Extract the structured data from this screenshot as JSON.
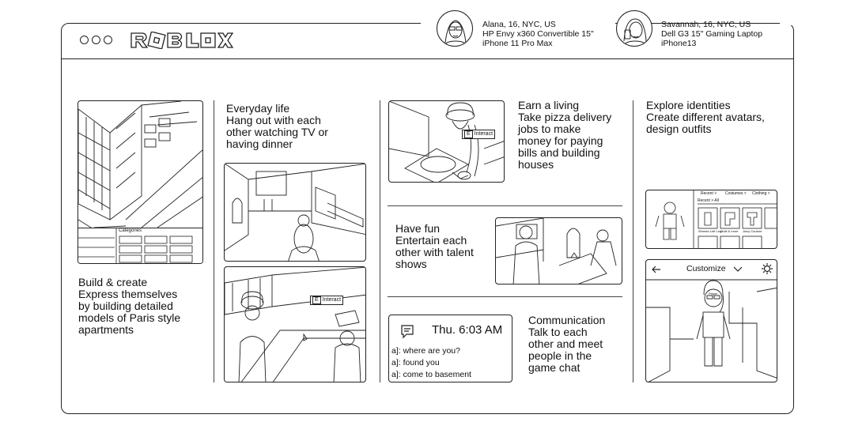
{
  "app": {
    "logo": "ROBLOX"
  },
  "personas": [
    {
      "line1": "Alana, 16, NYC, US",
      "line2": "HP Envy x360 Convertible 15\"",
      "line3": "iPhone 11 Pro Max"
    },
    {
      "line1": "Savannah, 16, NYC, US",
      "line2": "Dell G3 15\" Gaming Laptop",
      "line3": "iPhone13"
    }
  ],
  "sections": {
    "build": {
      "lines": [
        "Build & create",
        "Express themselves",
        "by building detailed",
        "models of Paris style",
        "apartments"
      ]
    },
    "everyday": {
      "lines": [
        "Everyday life",
        "Hang out with each",
        "other watching TV or",
        "having dinner"
      ]
    },
    "earn": {
      "lines": [
        "Earn a living",
        "Take pizza delivery",
        "jobs to make",
        "money for paying",
        "bills and building",
        "houses"
      ]
    },
    "fun": {
      "lines": [
        "Have fun",
        "Entertain each",
        "other with talent",
        "shows"
      ]
    },
    "communication": {
      "lines": [
        "Communication",
        "Talk to each",
        "other and meet",
        "people in the",
        "game chat"
      ]
    },
    "identities": {
      "lines": [
        "Explore identities",
        "Create different avatars,",
        "design outfits"
      ]
    }
  },
  "scenes": {
    "build_categories": "Categories",
    "interact_key": "E",
    "interact_label": "Interact",
    "catalog": {
      "tabs": [
        "Recent ˅",
        "Costumes ˅",
        "Clothing ˅"
      ],
      "filter": "Recent > All",
      "items": [
        "Woman Left Leg",
        "Multi & more",
        "Juicy Couture"
      ]
    },
    "customize": {
      "title": "Customize",
      "name_tag": "Player"
    }
  },
  "chat": {
    "time": "Thu. 6:03 AM",
    "messages": [
      "a]: where are you?",
      "a]: found you",
      "a]: come to basement"
    ]
  }
}
